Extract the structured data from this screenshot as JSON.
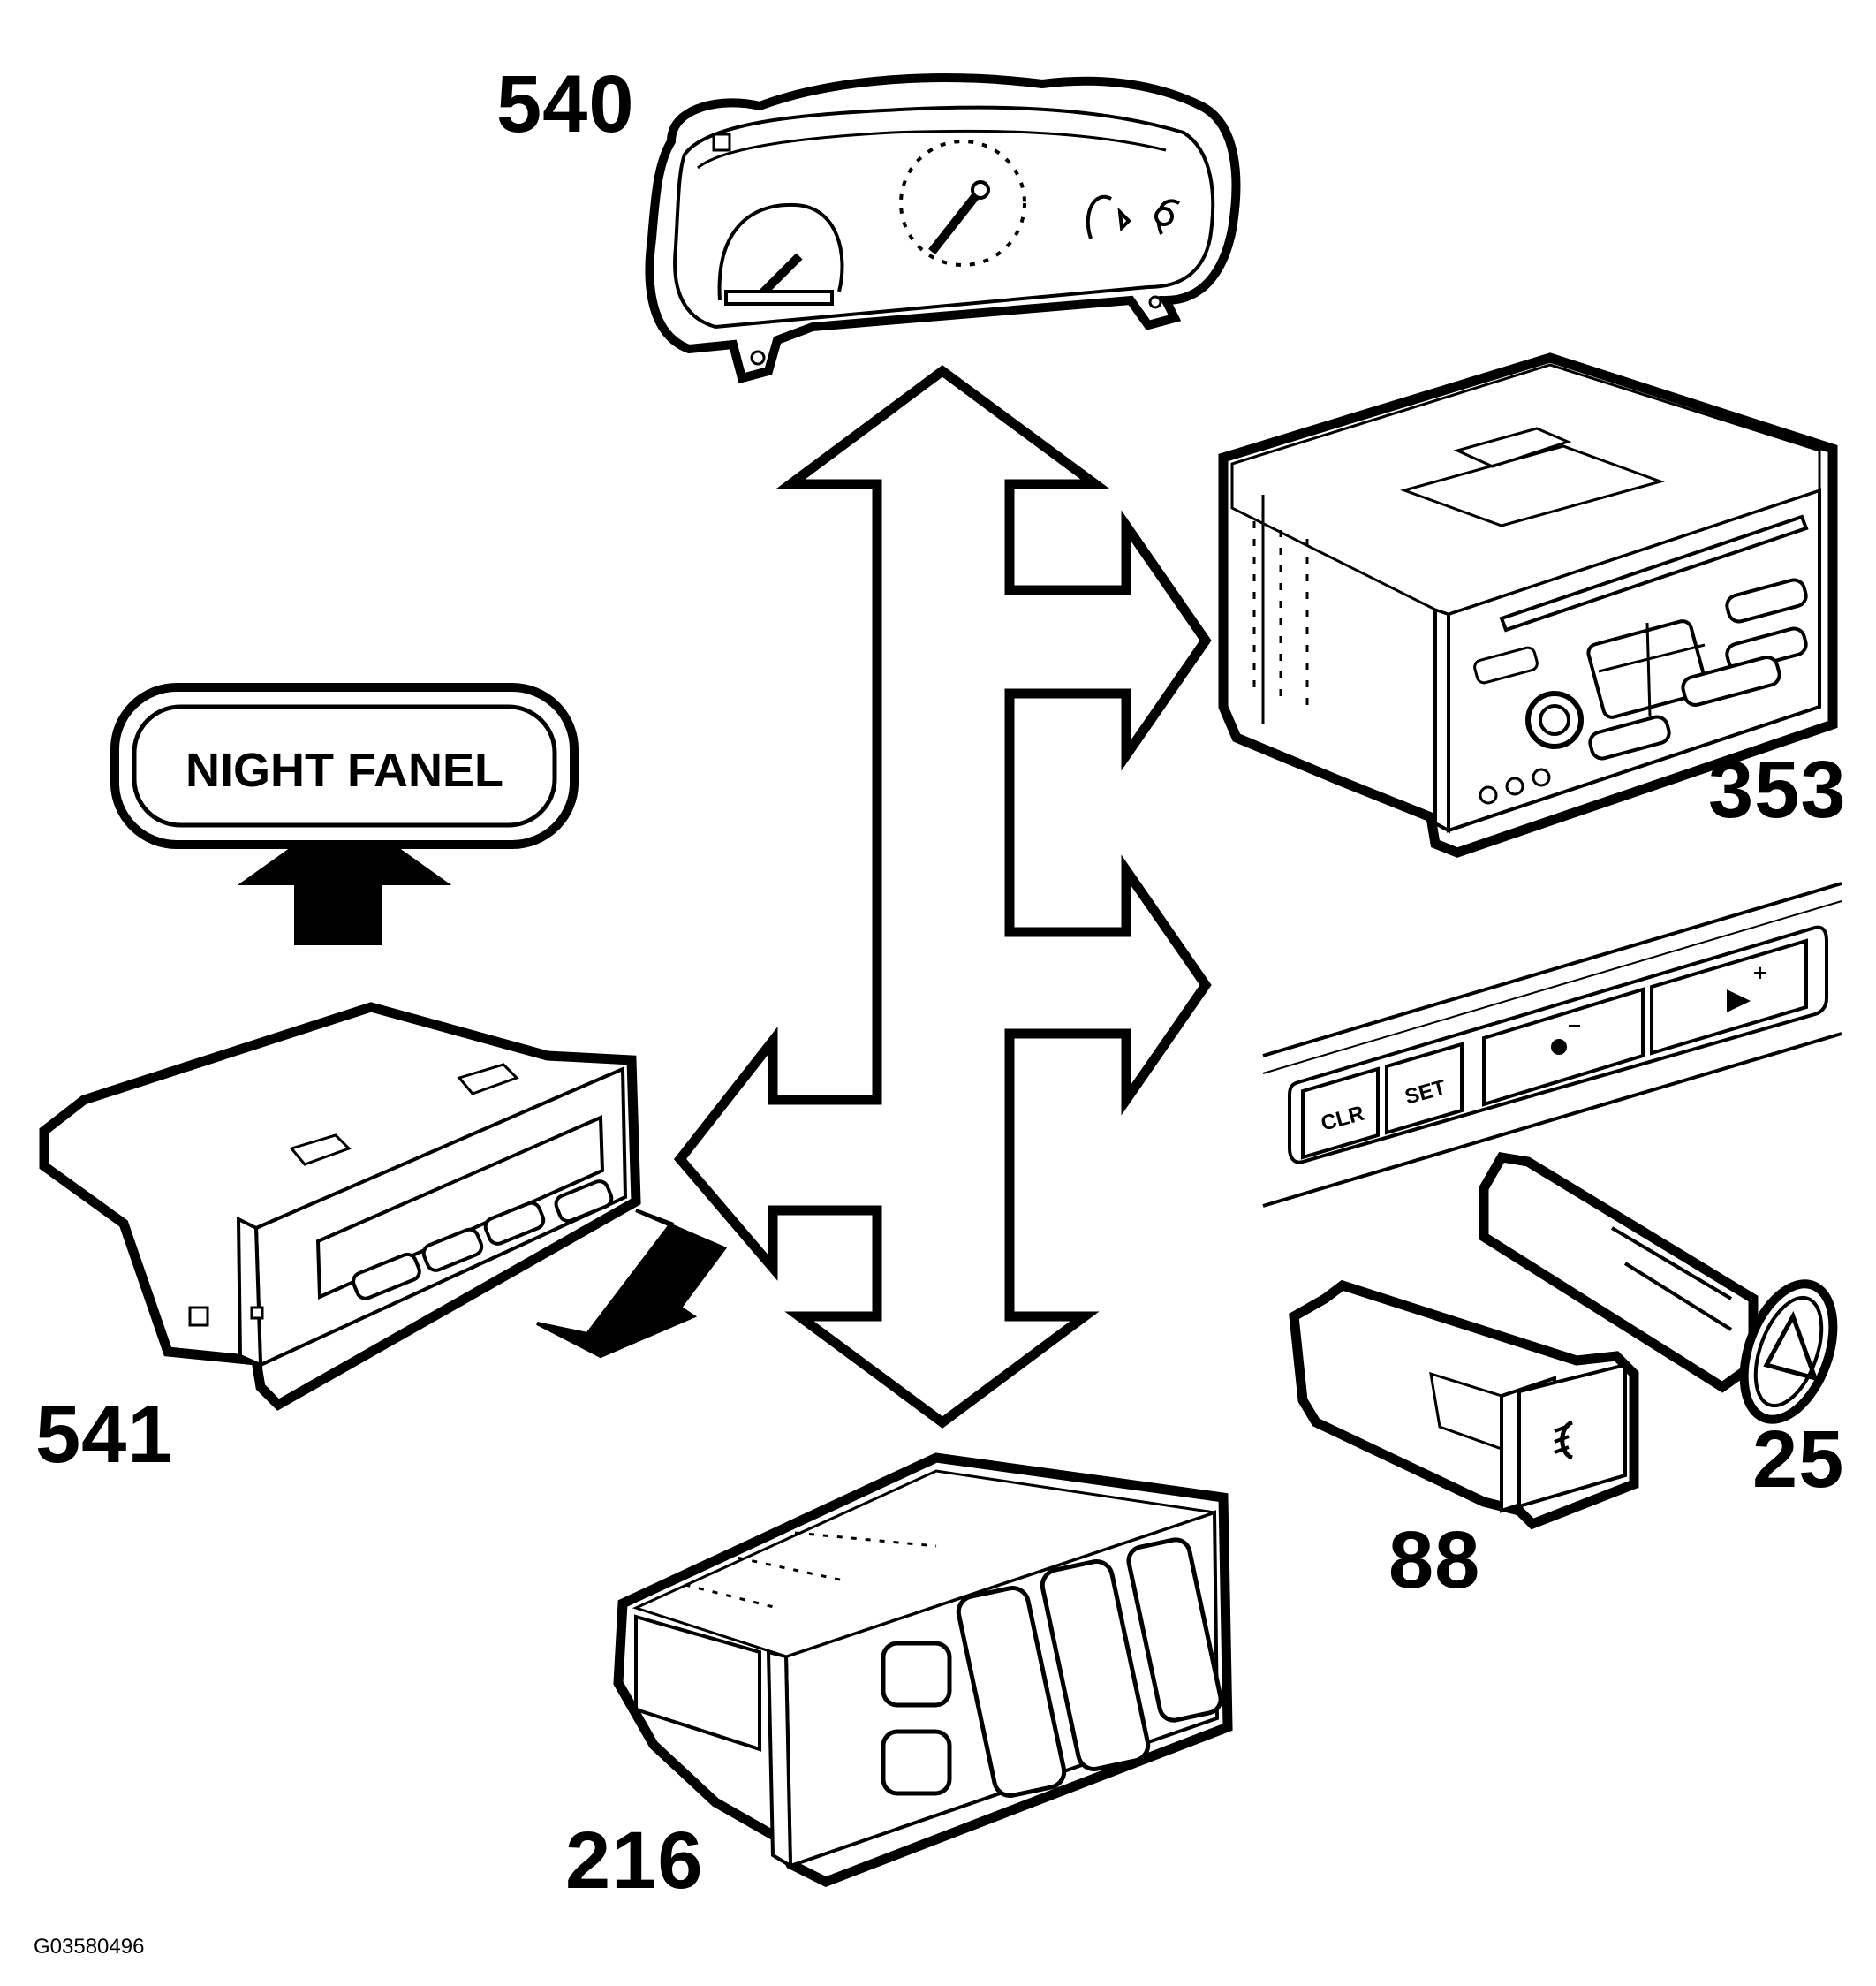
{
  "figure_id": "G03580496",
  "callouts": {
    "instrument_cluster": "540",
    "radio": "353",
    "display_unit": "541",
    "hazard_switch": "25",
    "fog_light_switch": "88",
    "climate_control": "216"
  },
  "night_panel_label": "NIGHT FANEL",
  "steering_buttons": {
    "clr": "CLR",
    "set": "SET",
    "minus": "−",
    "plus": "+"
  },
  "colors": {
    "line": "#000000",
    "fill": "#ffffff"
  }
}
